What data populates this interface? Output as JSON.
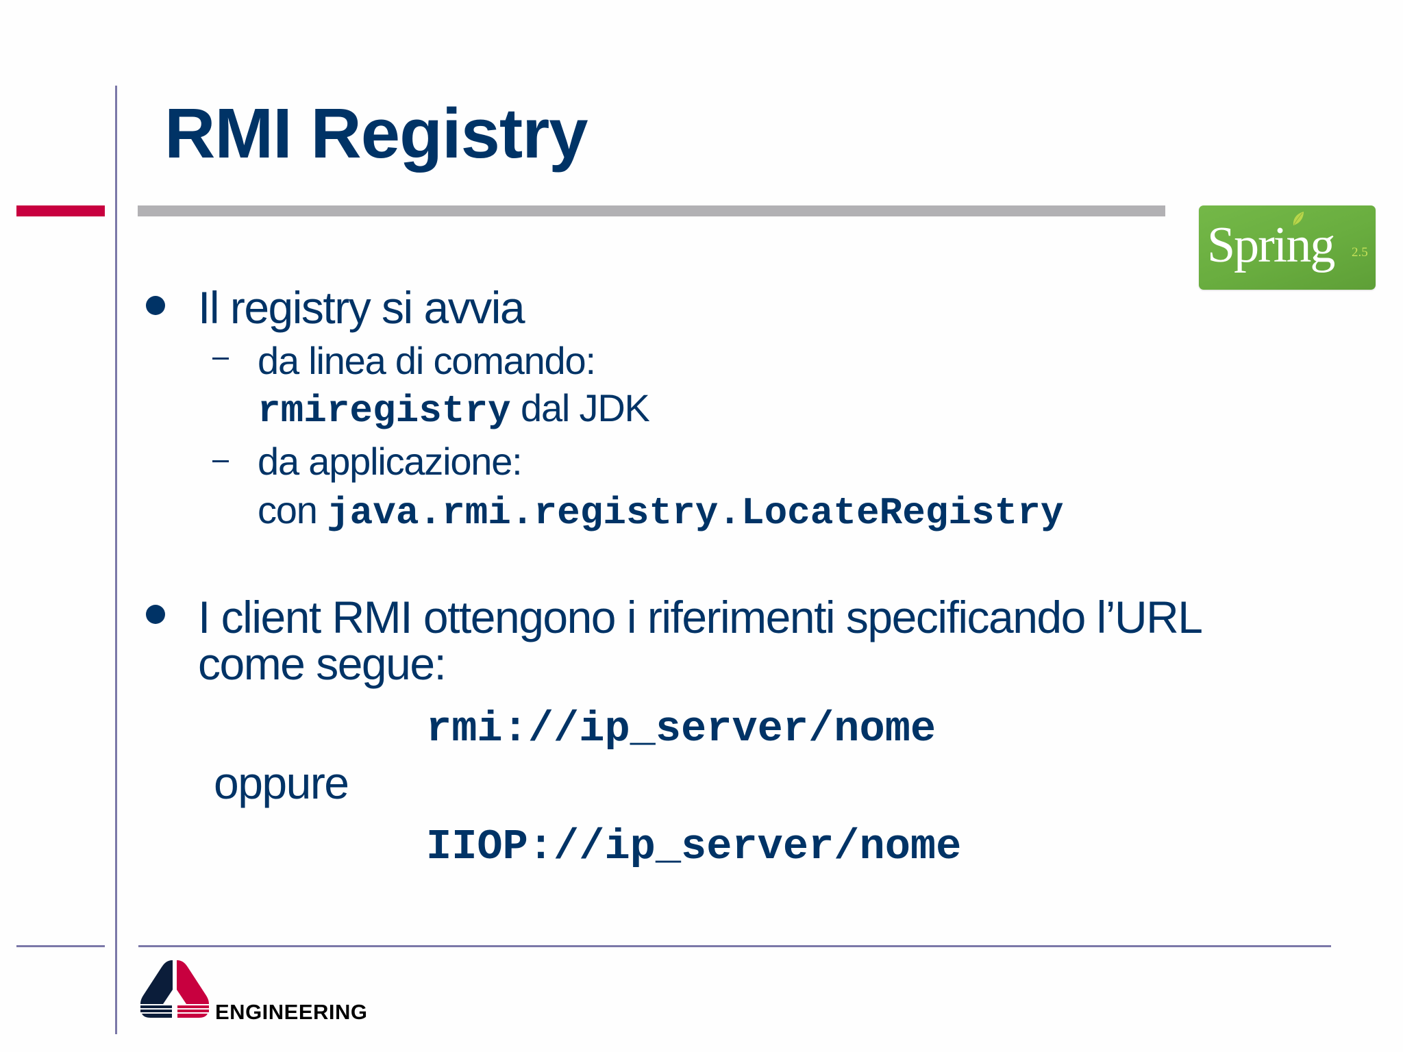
{
  "slide": {
    "title": "RMI Registry",
    "colors": {
      "text": "#003366",
      "accent_red": "#c8003f",
      "title_rule_gray": "#b2b1b4",
      "frame_line": "#7b78a8",
      "spring_green": "#6db33f"
    }
  },
  "spring_logo": {
    "word": "Spring",
    "version": "2.5"
  },
  "bullets": [
    {
      "text": "Il registry si avvia",
      "sub": [
        {
          "label": "da linea di comando:",
          "code": "rmiregistry",
          "suffix": " dal JDK"
        },
        {
          "label": "da applicazione:",
          "prefix": "con ",
          "code": "java.rmi.registry.LocateRegistry"
        }
      ]
    },
    {
      "line1": "I client RMI ottengono i riferimenti specificando l’URL",
      "line2": "come segue:",
      "url1": "rmi://ip_server/nome",
      "separator": "oppure",
      "url2": "IIOP://ip_server/nome"
    }
  ],
  "footer": {
    "company": "ENGINEERING"
  }
}
